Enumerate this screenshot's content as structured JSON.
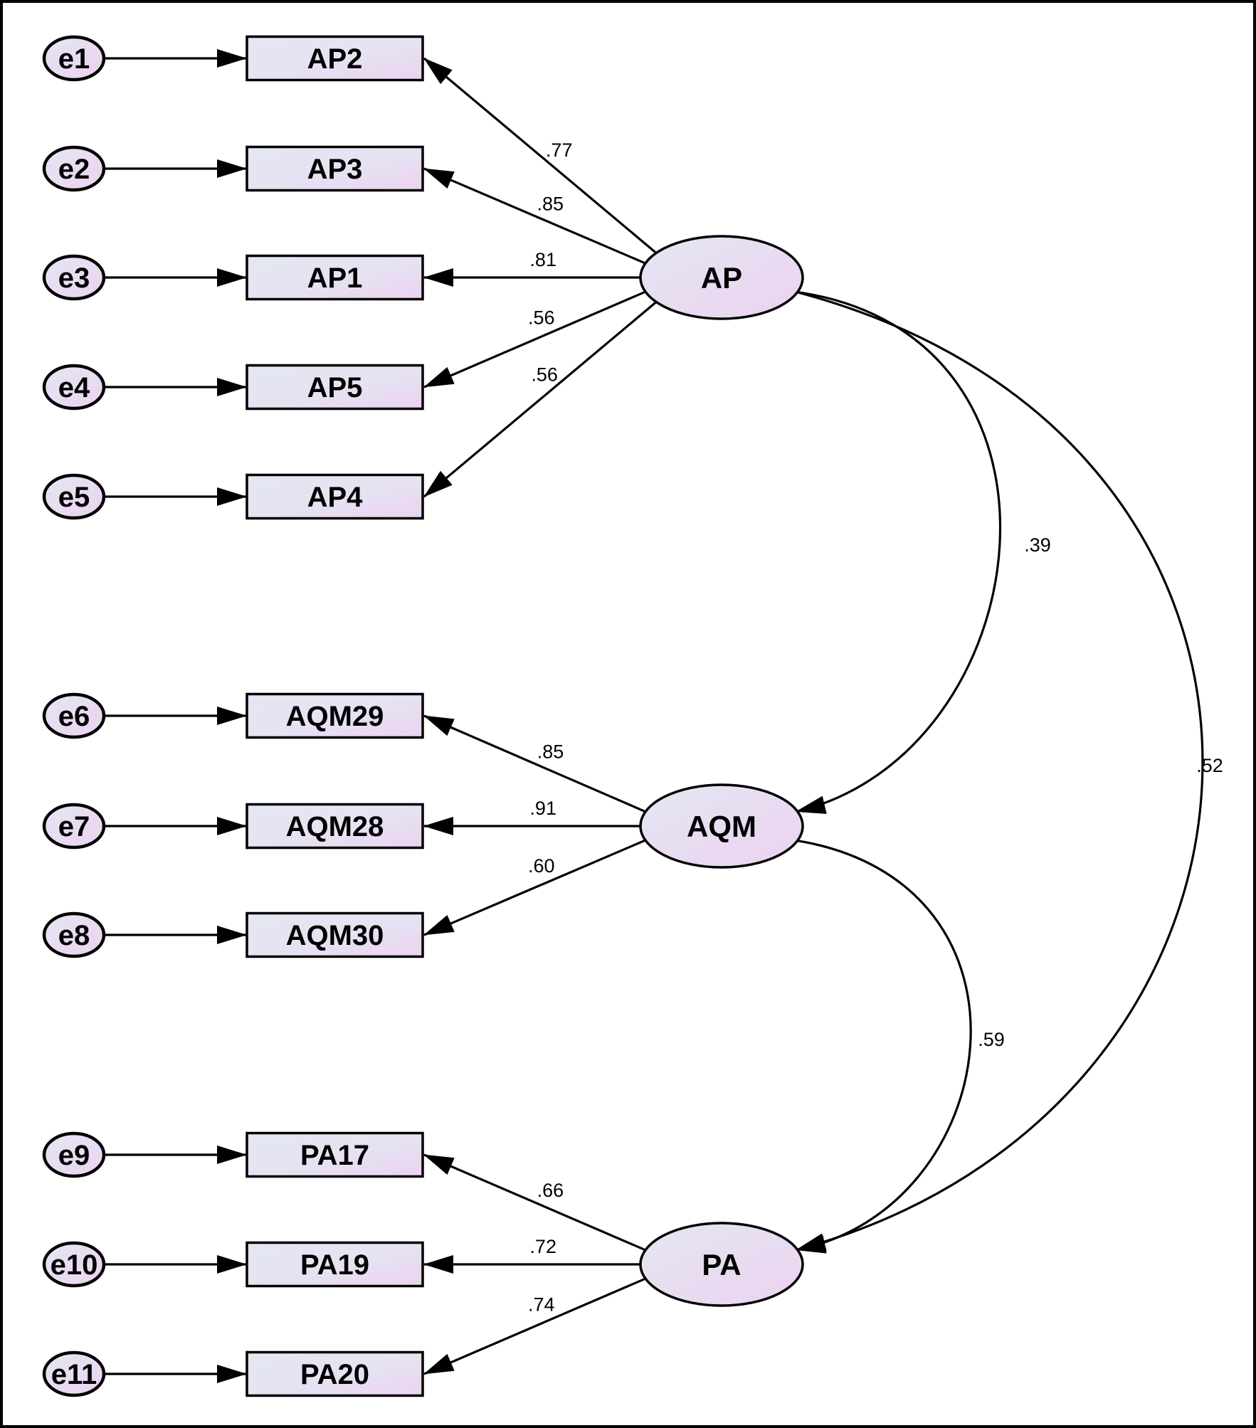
{
  "colors": {
    "node_fill_light": "#e4e7f2",
    "node_fill_accent": "#ecd2f0",
    "stroke": "#000000",
    "background": "#ffffff"
  },
  "errors": [
    "e1",
    "e2",
    "e3",
    "e4",
    "e5",
    "e6",
    "e7",
    "e8",
    "e9",
    "e10",
    "e11"
  ],
  "indicators": [
    "AP2",
    "AP3",
    "AP1",
    "AP5",
    "AP4",
    "AQM29",
    "AQM28",
    "AQM30",
    "PA17",
    "PA19",
    "PA20"
  ],
  "latents": [
    "AP",
    "AQM",
    "PA"
  ],
  "loadings": [
    {
      "from": "AP",
      "to": "AP2",
      "value": ".77"
    },
    {
      "from": "AP",
      "to": "AP3",
      "value": ".85"
    },
    {
      "from": "AP",
      "to": "AP1",
      "value": ".81"
    },
    {
      "from": "AP",
      "to": "AP5",
      "value": ".56"
    },
    {
      "from": "AP",
      "to": "AP4",
      "value": ".56"
    },
    {
      "from": "AQM",
      "to": "AQM29",
      "value": ".85"
    },
    {
      "from": "AQM",
      "to": "AQM28",
      "value": ".91"
    },
    {
      "from": "AQM",
      "to": "AQM30",
      "value": ".60"
    },
    {
      "from": "PA",
      "to": "PA17",
      "value": ".66"
    },
    {
      "from": "PA",
      "to": "PA19",
      "value": ".72"
    },
    {
      "from": "PA",
      "to": "PA20",
      "value": ".74"
    }
  ],
  "correlations": [
    {
      "a": "AP",
      "b": "AQM",
      "value": ".39"
    },
    {
      "a": "AP",
      "b": "PA",
      "value": ".52"
    },
    {
      "a": "AQM",
      "b": "PA",
      "value": ".59"
    }
  ]
}
